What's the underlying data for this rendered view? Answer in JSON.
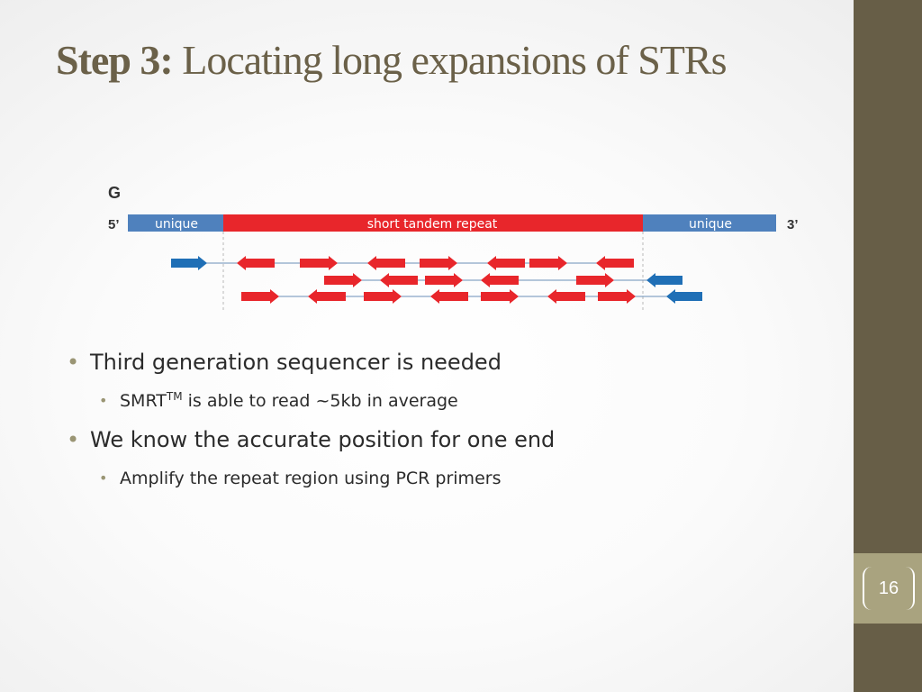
{
  "title": {
    "bold": "Step 3:",
    "rest": " Locating long expansions of STRs"
  },
  "figure": {
    "panel_label": "G",
    "five_prime": "5’",
    "three_prime": "3’",
    "left_segment": "unique",
    "middle_segment": "short tandem repeat",
    "right_segment": "unique",
    "colors": {
      "unique": "#4f81bd",
      "repeat": "#e8262b",
      "read_unique": "#1f6fb6",
      "read_repeat": "#e8262b",
      "link_line": "#6a8fb8",
      "boundary": "#b9b9b9"
    }
  },
  "bullets": [
    {
      "text": "Third generation sequencer is needed",
      "sub": {
        "main": "SMRT",
        "sup": "TM",
        "rest": " is able to read ~5kb in average"
      }
    },
    {
      "text": "We know the accurate position for one end",
      "sub": {
        "main": "Amplify the repeat region using PCR primers",
        "sup": "",
        "rest": ""
      }
    }
  ],
  "page_number": "16"
}
